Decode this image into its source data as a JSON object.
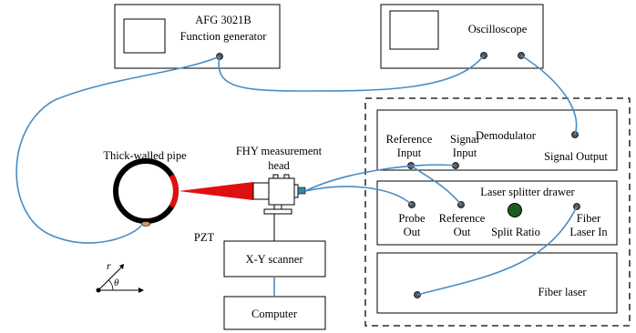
{
  "instruments": {
    "function_generator": {
      "model": "AFG 3021B",
      "name": "Function generator"
    },
    "oscilloscope": {
      "name": "Oscilloscope"
    }
  },
  "demodulator": {
    "title": "Demodulator",
    "reference_input_line1": "Reference",
    "reference_input_line2": "Input",
    "signal_input_line1": "Signal",
    "signal_input_line2": "Input",
    "signal_output": "Signal Output"
  },
  "splitter": {
    "title": "Laser splitter drawer",
    "probe_out_line1": "Probe",
    "probe_out_line2": "Out",
    "reference_out_line1": "Reference",
    "reference_out_line2": "Out",
    "split_ratio": "Split Ratio",
    "fiber_laser_in_line1": "Fiber",
    "fiber_laser_in_line2": "Laser In"
  },
  "fiber_laser": {
    "title": "Fiber laser"
  },
  "pipe": {
    "title": "Thick-walled pipe",
    "transducer": "PZT"
  },
  "head": {
    "title_line1": "FHY measurement",
    "title_line2": "head"
  },
  "scanner": {
    "title": "X-Y scanner"
  },
  "computer": {
    "title": "Computer"
  },
  "coordinates": {
    "radial": "r",
    "angle": "θ"
  },
  "colors": {
    "fiber": "#4a8cc4",
    "laser_beam": "#e01010",
    "port": "#555555",
    "split_ratio_knob": "#1f5a1f"
  }
}
